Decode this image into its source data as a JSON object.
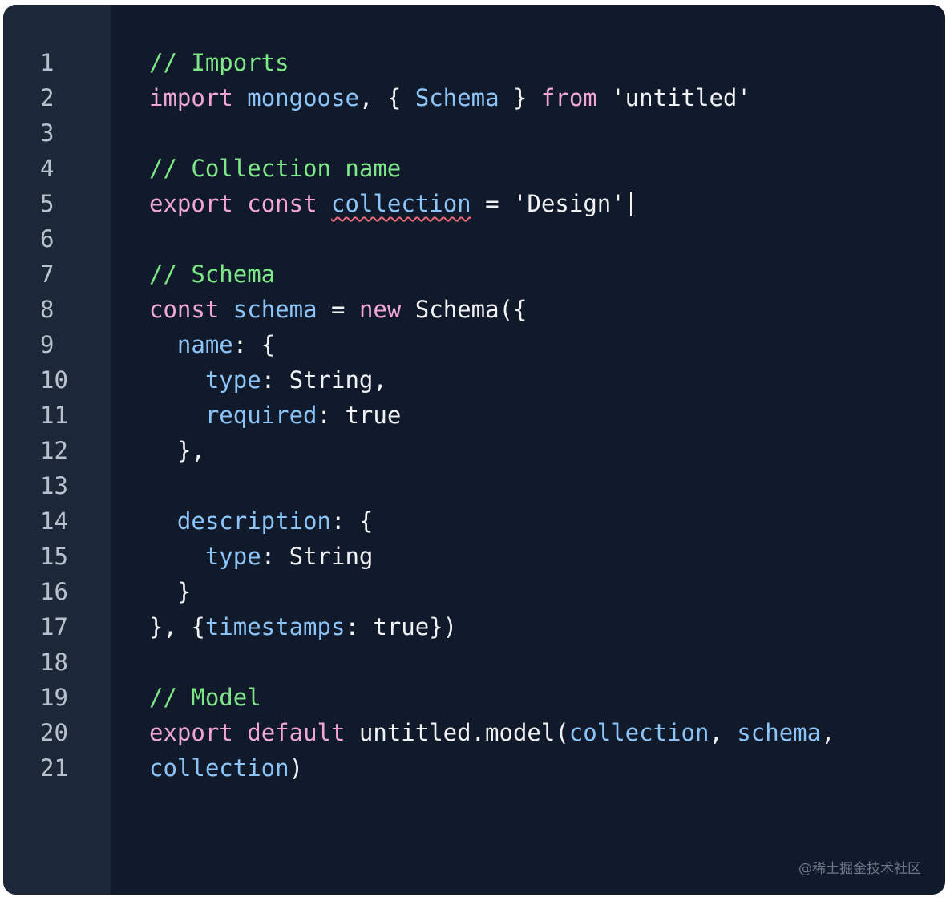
{
  "colors": {
    "background": "#111a2b",
    "gutter": "#1c2738",
    "line_number": "#b7c0cd",
    "comment": "#7ee787",
    "keyword": "#f0a6d6",
    "identifier": "#8cc4f7",
    "plain": "#f1f2f4",
    "error_squiggle": "#f06a7a"
  },
  "editor": {
    "line_numbers": [
      "1",
      "2",
      "3",
      "4",
      "5",
      "6",
      "7",
      "8",
      "9",
      "10",
      "11",
      "12",
      "13",
      "14",
      "15",
      "16",
      "17",
      "18",
      "19",
      "20",
      "21"
    ],
    "lines": {
      "l1": {
        "comment": "// Imports"
      },
      "l2": {
        "kw_import": "import",
        "mongoose": "mongoose",
        "p1": ", { ",
        "schema_type": "Schema",
        "p2": " } ",
        "kw_from": "from",
        "str": " 'untitled'"
      },
      "l4": {
        "comment": "// Collection name"
      },
      "l5": {
        "kw_export": "export",
        "kw_const": "const",
        "collection": "collection",
        "eq": " = ",
        "str": "'Design'"
      },
      "l7": {
        "comment": "// Schema"
      },
      "l8": {
        "kw_const": "const",
        "schema": "schema",
        "eq": " = ",
        "kw_new": "new",
        "rest": " Schema({"
      },
      "l9": {
        "indent": "  ",
        "key": "name",
        "rest": ": {"
      },
      "l10": {
        "indent": "    ",
        "key": "type",
        "rest": ": String,"
      },
      "l11": {
        "indent": "    ",
        "key": "required",
        "rest": ": true"
      },
      "l12": {
        "indent": "  ",
        "rest": "},"
      },
      "l14": {
        "indent": "  ",
        "key": "description",
        "rest": ": {"
      },
      "l15": {
        "indent": "    ",
        "key": "type",
        "rest": ": String"
      },
      "l16": {
        "indent": "  ",
        "rest": "}"
      },
      "l17": {
        "p1": "}, {",
        "key": "timestamps",
        "rest": ": true})"
      },
      "l19": {
        "comment": "// Model"
      },
      "l20": {
        "kw_export": "export",
        "kw_default": "default",
        "call": " untitled.model(",
        "collection": "collection",
        "comma": ", ",
        "schema": "schema",
        "trail": ","
      },
      "l21": {
        "collection": "collection",
        "close": ")"
      }
    }
  },
  "watermark": "@稀土掘金技术社区"
}
